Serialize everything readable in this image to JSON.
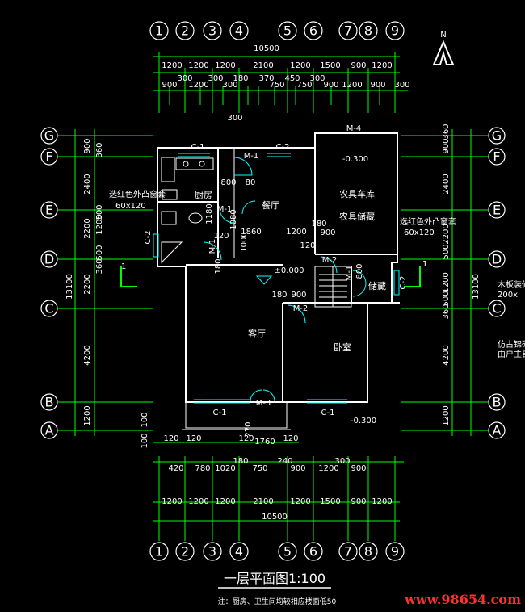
{
  "title": "一层平面图1:100",
  "note": "注：厨房、卫生间均较相应楼面低50",
  "watermark": "www.98654.com",
  "north_label": "N",
  "grid_columns": [
    "1",
    "2",
    "3",
    "4",
    "5",
    "6",
    "7",
    "8",
    "9"
  ],
  "grid_rows": [
    "G",
    "F",
    "E",
    "D",
    "C",
    "B",
    "A"
  ],
  "top_dims": {
    "row1": [
      "1200",
      "1200",
      "1200",
      "2100",
      "1200",
      "1500",
      "900",
      "1200"
    ],
    "row_total": "10500",
    "row2": [
      "900",
      "1200",
      "300",
      "300",
      "180",
      "370",
      "450",
      "300",
      "750",
      "900",
      "750",
      "1200",
      "900"
    ],
    "extra_300a": "300",
    "extra_300b": "300"
  },
  "bottom_dims": {
    "row_a": [
      "120",
      "120",
      "120",
      "1760",
      "120"
    ],
    "row_b": [
      "420",
      "780",
      "1020",
      "180",
      "750",
      "240",
      "900",
      "300",
      "1200",
      "900"
    ],
    "row1": [
      "1200",
      "1200",
      "1200",
      "2100",
      "1200",
      "1500",
      "900",
      "1200"
    ],
    "row_total": "10500"
  },
  "left_dims": {
    "segments": [
      "900",
      "2400",
      "2200",
      "1200",
      "500",
      "2200",
      "4200",
      "1200"
    ],
    "small": [
      "360",
      "500",
      "360"
    ],
    "total": "13100"
  },
  "right_dims": {
    "segments": [
      "900",
      "2400",
      "2200",
      "500",
      "1200",
      "500",
      "4200",
      "1200"
    ],
    "small": [
      "360",
      "360"
    ],
    "total": "13100"
  },
  "rooms": {
    "kitchen": "厨房",
    "dining": "餐厅",
    "garage": "农具车库",
    "storage_farm": "农具储藏",
    "living": "客厅",
    "bedroom": "卧室",
    "store": "储藏"
  },
  "labels": {
    "c1_kitchen": "C-1",
    "c2_dining": "C-2",
    "m4": "M-4",
    "m1_kitchen": "M-1",
    "m1_bath": "M-1",
    "m1_side": "M-1",
    "m2_a": "M-2",
    "m2_b": "M-2",
    "m1_store": "M-1",
    "m3": "M-3",
    "c1_living": "C-1",
    "c1_bed": "C-1",
    "c2_left": "C-2",
    "c2_right": "C-2",
    "lvl_garage": "-0.300",
    "lvl_main": "±0.000",
    "lvl_out": "-0.300",
    "red_window_left": "选红色外凸窗套",
    "red_window_left_size": "60x120",
    "red_window_right": "选红色外凸窗套",
    "red_window_right_size": "60x120",
    "cut_left": "1",
    "cut_right": "1",
    "ann_right_1": "木板装修",
    "ann_right_2": "200x",
    "ann_right_3": "仿古锦砖",
    "ann_right_4": "由户主自",
    "d_800": "800",
    "d_80": "80",
    "d_1180": "1180",
    "d_1860": "1860",
    "d_120a": "120",
    "d_1200": "1200",
    "d_180a": "180",
    "d_900a": "900",
    "d_120b": "120",
    "d_1080": "1080",
    "d_1000": "1000",
    "d_180b": "180",
    "d_180c": "180",
    "d_900b": "900",
    "d_800b": "800",
    "d_300top": "300",
    "d_100": "100",
    "d_100b": "100",
    "d_270": "270"
  }
}
